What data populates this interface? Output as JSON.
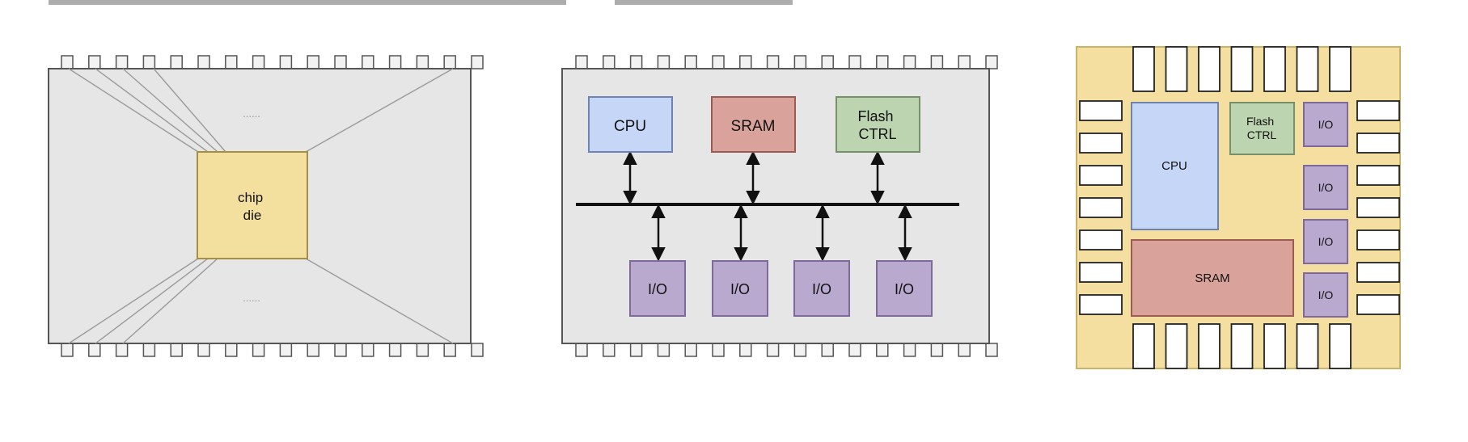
{
  "diagrams": {
    "package": {
      "die_label_lines": [
        "chip",
        "die"
      ],
      "ellipsis_top": "......",
      "ellipsis_bottom": "......"
    },
    "system": {
      "blocks": {
        "cpu": "CPU",
        "sram": "SRAM",
        "flash_lines": [
          "Flash",
          "CTRL"
        ],
        "io": [
          "I/O",
          "I/O",
          "I/O",
          "I/O"
        ]
      }
    },
    "floorplan": {
      "cpu": "CPU",
      "flash_lines": [
        "Flash",
        "CTRL"
      ],
      "sram": "SRAM",
      "io": [
        "I/O",
        "I/O",
        "I/O",
        "I/O"
      ]
    }
  },
  "colors": {
    "package_body": "#e6e6e6",
    "pin_fill": "#f2f2f2",
    "outline": "#555555",
    "die": "#f3df9e",
    "cpu": "#c6d6f7",
    "sram": "#d9a39c",
    "flash": "#bcd4b0",
    "io": "#b9a9cf",
    "floorplan_bg": "#f4dfa0"
  }
}
